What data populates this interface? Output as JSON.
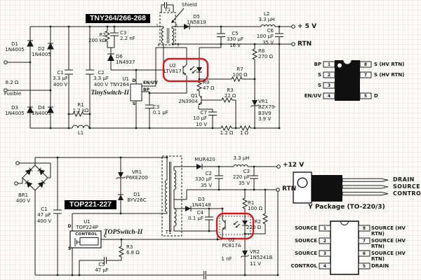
{
  "colors": {
    "highlight": "#c62020",
    "ink": "#1a1a1a",
    "title_bg": "#000000",
    "title_fg": "#ffffff",
    "shield_gray": "#9a9a9a"
  },
  "top": {
    "title": "TNY264/266-268",
    "family": "TinySwitch-II",
    "labels": {
      "t1": "T1",
      "shield": "Shield",
      "d5": "D5\n1N5819",
      "r2": "R2\n200 kΩ",
      "c3_snubber": "C3\n2.2 nF",
      "d6": "D6\n1N4937",
      "d1": "D1\n1N4005",
      "d2": "D2\n1N4005",
      "d3": "D3\n1N4005",
      "d4": "D4\n1N4005",
      "fuse_value": "8.2 Ω",
      "fuse_name": "Fusible",
      "c1": "C1\n3.3 µF\n400 V",
      "c2": "C2\n3.3 µF\n400 V",
      "r1": "R1\n1.2 kΩ",
      "l1": "L1",
      "u1": "U1\nTNY264",
      "pin_d": "D",
      "pin_enuv": "EN/UV",
      "pin_bp": "BP",
      "pin_s": "S",
      "c3_bypass": "C3\n0.1 µF",
      "u2": "U2\nLTV817",
      "c5": "C5\n330 µF\n16 V",
      "l2": "L2\n3.3 µH",
      "c6": "C6\n100 µF\n35 V",
      "out_pos": "+ 5 V",
      "out_rtn": "RTN",
      "r8": "R8\n270 Ω",
      "r7": "R7\n100 Ω",
      "r9": "R9\n47 Ω",
      "q1": "Q1\n2N3904",
      "r3": "R3\n22 Ω",
      "c7": "C7\n10 µF\n10 V",
      "vr1": "VR1\nBZX79-\nB3V9\n3.9 V",
      "rs1": "1.2 Ω",
      "rs2": "1 Ω",
      "tpin1": "1",
      "tpin4": "4",
      "tpin5": "5",
      "tpin8": "8"
    }
  },
  "dip_tny": {
    "pins_left": [
      {
        "n": "1",
        "label": "BP"
      },
      {
        "n": "2",
        "label": "S"
      },
      {
        "n": "3",
        "label": "S"
      },
      {
        "n": "4",
        "label": "EN/UV"
      }
    ],
    "pins_right": [
      {
        "n": "8",
        "label": "S (HV RTN)"
      },
      {
        "n": "7",
        "label": "S (HV RTN)"
      },
      {
        "n": "5",
        "label": "D"
      }
    ]
  },
  "bottom": {
    "title": "TOP221-227",
    "family": "TOPSwitch-II",
    "labels": {
      "br1": "BR1\n400 V",
      "c1": "C1\n47 µF\n400 V",
      "vr1": "VR1\nP6KE200",
      "d1": "D1\nBYV26C",
      "u1": "U1\nTOP224P",
      "control": "CONTROL",
      "pin_d": "D",
      "pin_c": "C",
      "pin_s": "S",
      "r3": "R3\n6.8 Ω",
      "c5": "C5\n47 µF",
      "t1": "T1",
      "mur420": "MUR420",
      "c2": "C2\n330 µF\n35 V",
      "l_out": "3.3 µH",
      "out_pos": "+12 V",
      "c3": "C3\n220 µF\n35 V",
      "out_rtn": "RTN",
      "d3": "D3\n1N4148",
      "c4": "C4\n0.1 µF",
      "u2": "U2\nPC817A",
      "r1": "R1\n100 Ω",
      "r2": "R2\n220 Ω",
      "vr2": "VR2\n1N5241B\n11 V",
      "c_y": "1 nF"
    }
  },
  "y_package": {
    "caption": "Y Package (TO-220/3)",
    "leads": [
      "DRAIN",
      "SOURCE",
      "CONTROL"
    ]
  },
  "dip_top": {
    "pins_left": [
      {
        "n": "1",
        "label": "SOURCE"
      },
      {
        "n": "2",
        "label": "SOURCE"
      },
      {
        "n": "3",
        "label": "SOURCE"
      },
      {
        "n": "4",
        "label": "CONTROL"
      }
    ],
    "pins_right": [
      {
        "n": "8",
        "label": "SOURCE (HV RTN)"
      },
      {
        "n": "7",
        "label": "SOURCE (HV RTN)"
      },
      {
        "n": "6",
        "label": "SOURCE (HV RTN)"
      },
      {
        "n": "5",
        "label": "DRAIN"
      }
    ]
  }
}
